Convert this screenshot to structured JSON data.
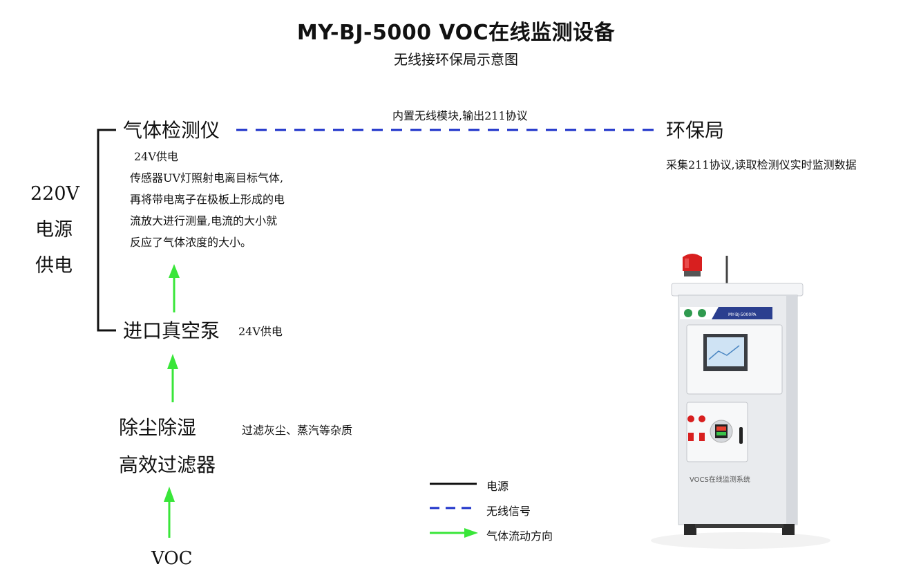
{
  "title": "MY-BJ-5000 VOC在线监测设备",
  "subtitle": "无线接环保局示意图",
  "power_side": {
    "lines": [
      "220V",
      "电源",
      "供电"
    ]
  },
  "nodes": {
    "gas_detector": {
      "label": "气体检测仪",
      "power_note": "24V供电",
      "description": [
        "传感器UV灯照射电离目标气体,",
        "再将带电离子在极板上形成的电",
        "流放大进行测量,电流的大小就",
        "反应了气体浓度的大小。"
      ]
    },
    "vacuum_pump": {
      "label": "进口真空泵",
      "power_note": "24V供电"
    },
    "filter": {
      "label_line1": "除尘除湿",
      "label_line2": "高效过滤器",
      "note": "过滤灰尘、蒸汽等杂质"
    },
    "source": {
      "label": "VOC"
    },
    "epb": {
      "label": "环保局",
      "note": "采集211协议,读取检测仪实时监测数据"
    }
  },
  "wireless_link": {
    "label": "内置无线模块,输出211协议"
  },
  "legend": [
    {
      "label": "电源",
      "style": "solid",
      "color": "#111111"
    },
    {
      "label": "无线信号",
      "style": "dashed",
      "color": "#1a2fc9"
    },
    {
      "label": "气体流动方向",
      "style": "arrow",
      "color": "#39e639"
    }
  ],
  "device": {
    "panel_model": "MY-BJ-5000PA",
    "bottom_brand": "VOCS在线监测系统"
  },
  "colors": {
    "power_line": "#111111",
    "wireless": "#1a2fc9",
    "gas_flow": "#39e639",
    "alarm_light": "#d81f1f",
    "cabinet": "#e9ebee",
    "panel_band": "#2b3f8f"
  }
}
